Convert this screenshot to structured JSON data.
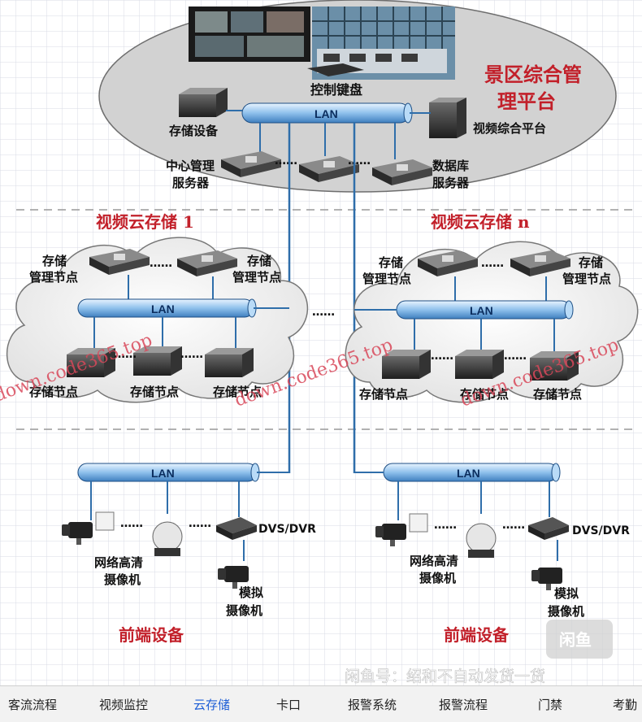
{
  "diagram": {
    "title_platform": [
      "景区综合管",
      "理平台"
    ],
    "keyboard": "控制键盘",
    "storage_device": "存储设备",
    "video_platform": "视频综合平台",
    "center_server": [
      "中心管理",
      "服务器"
    ],
    "db_server": [
      "数据库",
      "服务器"
    ],
    "lan": "LAN",
    "cloud1_title": "视频云存储 1",
    "cloudn_title": "视频云存储 n",
    "mgmt_node": [
      "存储",
      "管理节点"
    ],
    "storage_node": "存储节点",
    "dvs": "DVS/DVR",
    "hd_camera": [
      "网络高清",
      "摄像机"
    ],
    "analog_camera": [
      "模拟",
      "摄像机"
    ],
    "frontend": "前端设备",
    "dots": "……",
    "watermark": "down.code365.top",
    "corner_logo": "闲鱼"
  },
  "overlay_text": "闲鱼号：绍和不自动发货一货",
  "tabs": [
    "客流流程",
    "视频监控",
    "云存储",
    "卡口",
    "报警系统",
    "报警流程",
    "门禁",
    "考勤"
  ],
  "active_tab": "云存储",
  "colors": {
    "accent": "#1f5fd6",
    "title_red": "#c2202a",
    "lan_blue": "#9cc8ee"
  }
}
